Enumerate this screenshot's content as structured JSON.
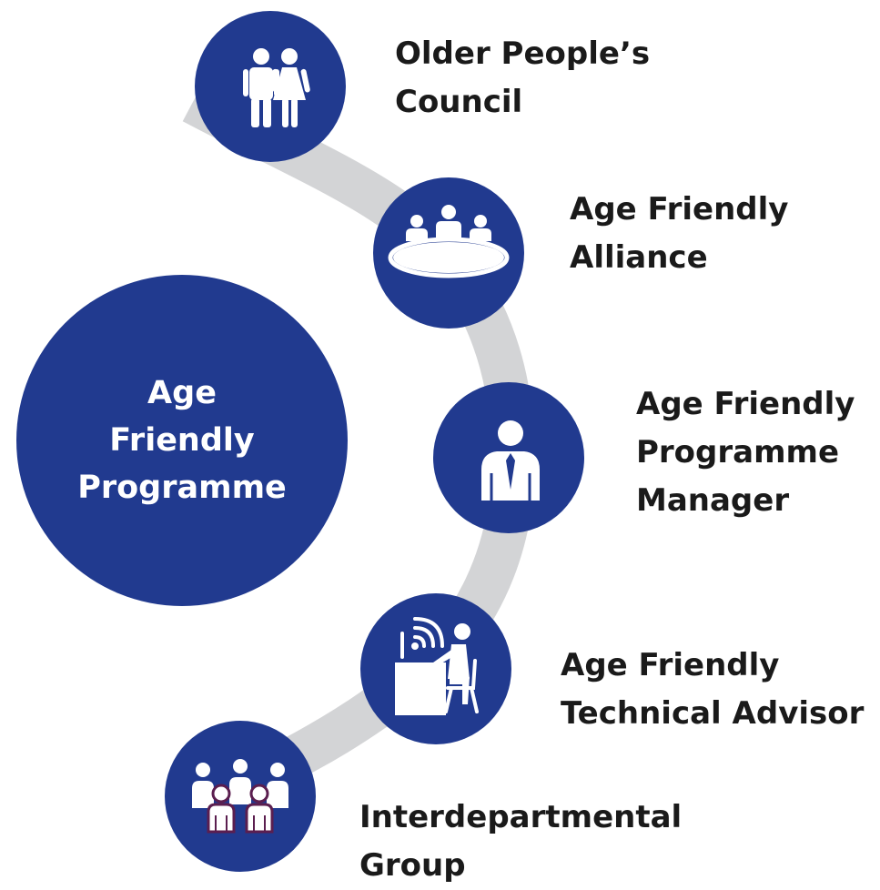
{
  "center": {
    "lines": [
      "Age",
      "Friendly",
      "Programme"
    ]
  },
  "nodes": [
    {
      "id": "older-peoples-council",
      "icon": "man-woman-icon",
      "lines": [
        "Older People’s",
        "Council"
      ]
    },
    {
      "id": "age-friendly-alliance",
      "icon": "round-table-meeting-icon",
      "lines": [
        "Age Friendly",
        "Alliance"
      ]
    },
    {
      "id": "age-friendly-programme-manager",
      "icon": "manager-person-icon",
      "lines": [
        "Age Friendly",
        "Programme",
        "Manager"
      ]
    },
    {
      "id": "age-friendly-technical-advisor",
      "icon": "person-at-desk-wifi-icon",
      "lines": [
        "Age Friendly",
        "Technical Advisor"
      ]
    },
    {
      "id": "interdepartmental-group",
      "icon": "group-of-people-icon",
      "lines": [
        "Interdepartmental",
        "Group"
      ]
    }
  ],
  "colors": {
    "circle_fill": "#213a8f",
    "arc": "#d3d4d6",
    "icon": "#ffffff",
    "icon_accent": "#5b1e4f",
    "label_text": "#1a1a1a"
  }
}
